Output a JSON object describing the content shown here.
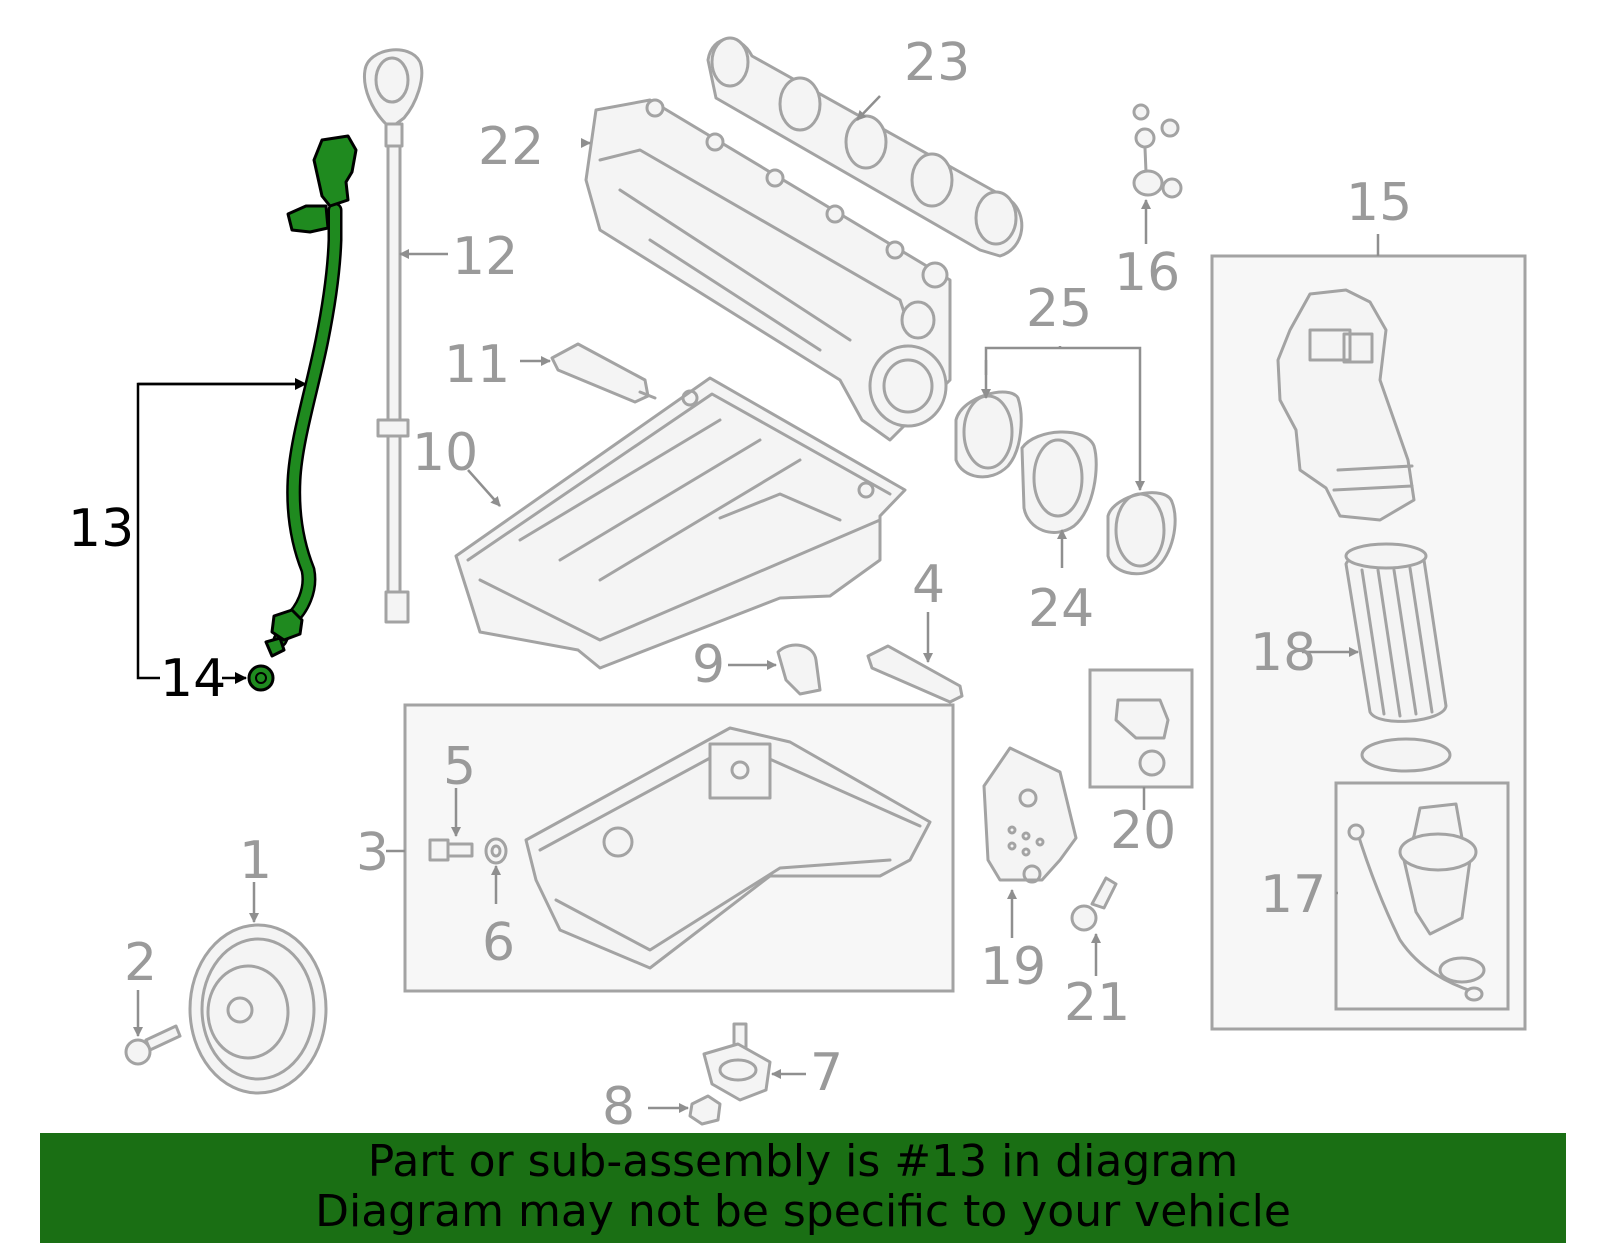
{
  "callouts": {
    "c1": "1",
    "c2": "2",
    "c3": "3",
    "c4": "4",
    "c5": "5",
    "c6": "6",
    "c7": "7",
    "c8": "8",
    "c9": "9",
    "c10": "10",
    "c11": "11",
    "c12": "12",
    "c13": "13",
    "c14": "14",
    "c15": "15",
    "c16": "16",
    "c17": "17",
    "c18": "18",
    "c19": "19",
    "c20": "20",
    "c21": "21",
    "c22": "22",
    "c23": "23",
    "c24": "24",
    "c25": "25"
  },
  "highlight": {
    "color": "#1f8a1f"
  },
  "banner": {
    "line1": "Part or sub-assembly is #13 in diagram",
    "line2": "Diagram may not be specific to your vehicle",
    "color": "#1a6f14"
  }
}
